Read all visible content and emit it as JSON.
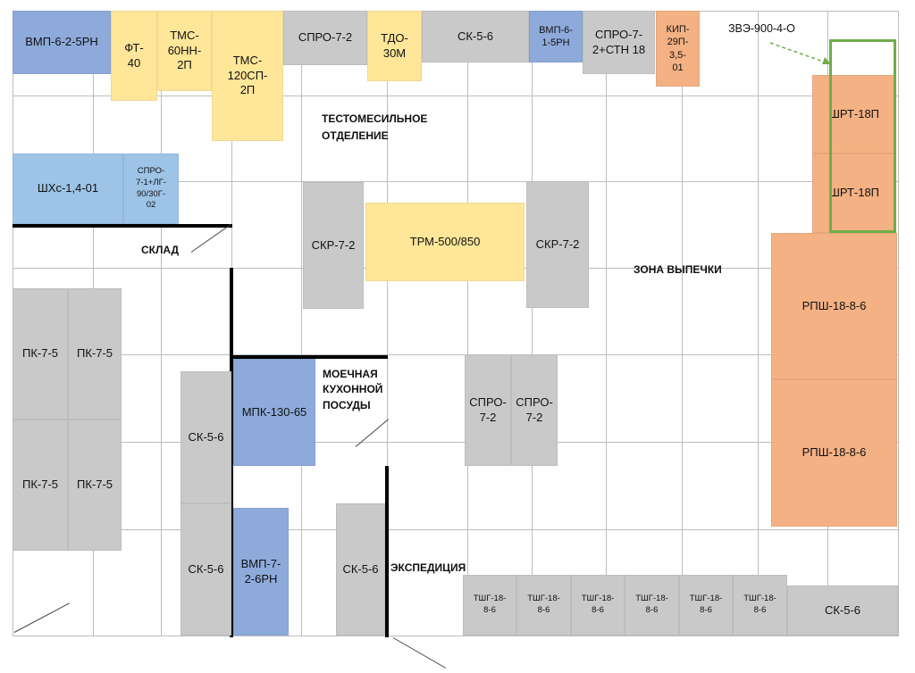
{
  "equipment": {
    "vmp_6_2_5rn": "ВМП-6-2-5РН",
    "ft_40": "ФТ-\n40",
    "tms_60nn_2p": "ТМС-\n60НН-\n2П",
    "tms_120sp_2p": "ТМС-\n120СП-\n2П",
    "spro_7_2_top": "СПРО-7-2",
    "tdo_30m": "ТДО-\n30М",
    "sk_5_6_top": "СК-5-6",
    "vmp_6_1_5rn": "ВМП-6-\n1-5РН",
    "spro_7_2_stn18": "СПРО-7-\n2+СТН 18",
    "kip_29p": "КИП-\n29П-\n3,5-\n01",
    "shrt_18p_1": "ШРТ-18П",
    "shrt_18p_2": "ШРТ-18П",
    "shhs_1_4_01": "ШХс-1,4-01",
    "spro_7_1_lg": "СПРО-\n7-1+ЛГ-\n90/30Г-\n02",
    "skr_7_2_left": "СКР-7-2",
    "trm_500_850": "ТРМ-500/850",
    "skr_7_2_right": "СКР-7-2",
    "rpsh_18_8_6_1": "РПШ-18-8-6",
    "rpsh_18_8_6_2": "РПШ-18-8-6",
    "pk_7_5_1": "ПК-7-5",
    "pk_7_5_2": "ПК-7-5",
    "pk_7_5_3": "ПК-7-5",
    "pk_7_5_4": "ПК-7-5",
    "sk_5_6_mid": "СК-5-6",
    "mpk_130_65": "МПК-130-65",
    "spro_7_2_a": "СПРО-\n7-2",
    "spro_7_2_b": "СПРО-\n7-2",
    "sk_5_6_low": "СК-5-6",
    "vmp_7_2_6rn": "ВМП-7-\n2-6РН",
    "sk_5_6_exp": "СК-5-6",
    "tshg_1": "ТШГ-18-\n8-6",
    "tshg_2": "ТШГ-18-\n8-6",
    "tshg_3": "ТШГ-18-\n8-6",
    "tshg_4": "ТШГ-18-\n8-6",
    "tshg_5": "ТШГ-18-\n8-6",
    "tshg_6": "ТШГ-18-\n8-6",
    "sk_5_6_bottom": "СК-5-6"
  },
  "labels": {
    "dough_mixing": "ТЕСТОМЕСИЛЬНОЕ\nОТДЕЛЕНИЕ",
    "storage": "СКЛАД",
    "baking_zone": "ЗОНА ВЫПЕЧКИ",
    "dish_washing": "МОЕЧНАЯ\nКУХОННОЙ\nПОСУДЫ",
    "expedition": "ЭКСПЕДИЦИЯ",
    "zve_note": "ЗВЭ-900-4-О"
  },
  "colors": {
    "gray": "#c9c9c9",
    "blue": "#8eaadb",
    "light_blue": "#9dc3e6",
    "yellow": "#ffe699",
    "orange": "#f4b183",
    "highlight_green": "#70ad47"
  }
}
